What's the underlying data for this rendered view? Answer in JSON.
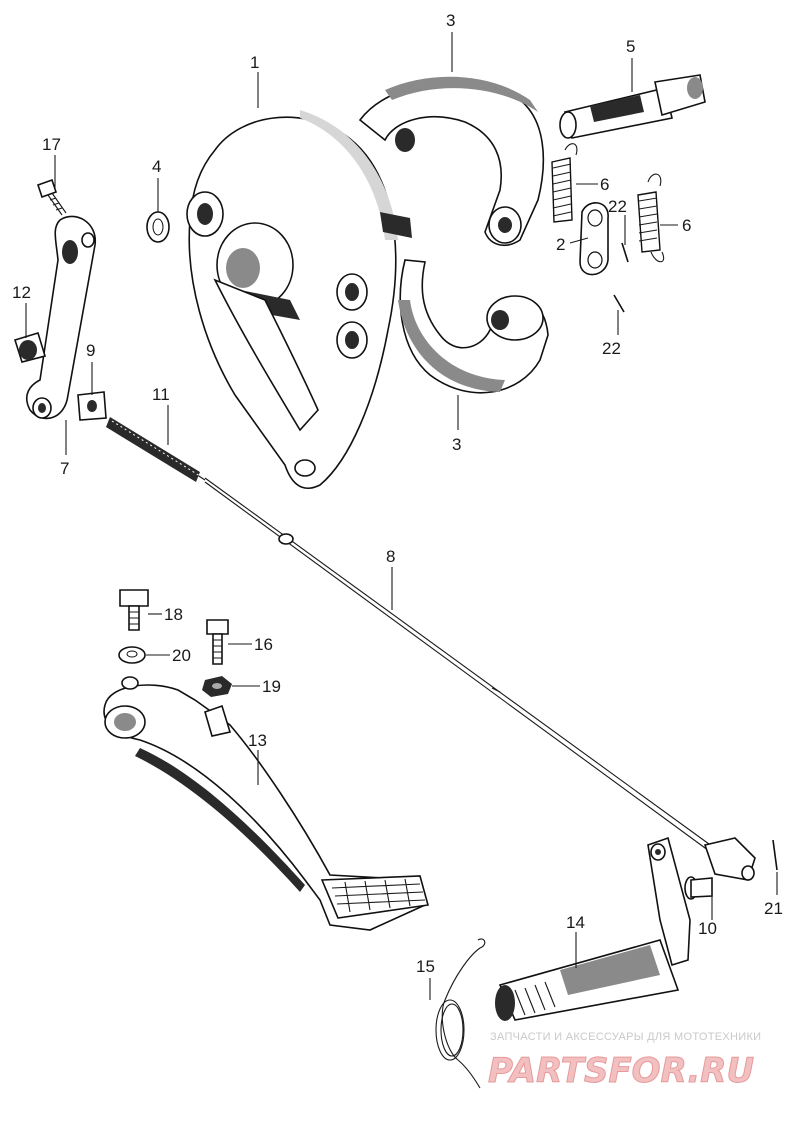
{
  "callouts": {
    "c1": "1",
    "c2": "2",
    "c3a": "3",
    "c3b": "3",
    "c4": "4",
    "c5": "5",
    "c6a": "6",
    "c6b": "6",
    "c7": "7",
    "c8": "8",
    "c9": "9",
    "c10": "10",
    "c11": "11",
    "c12": "12",
    "c13": "13",
    "c14": "14",
    "c15": "15",
    "c16": "16",
    "c17": "17",
    "c18": "18",
    "c19": "19",
    "c20": "20",
    "c21": "21",
    "c22a": "22",
    "c22b": "22"
  },
  "watermark": {
    "tagline": "ЗАПЧАСТИ И АКСЕССУАРЫ ДЛЯ МОТОТЕХНИКИ",
    "brand": "PARTSFOR.RU"
  }
}
